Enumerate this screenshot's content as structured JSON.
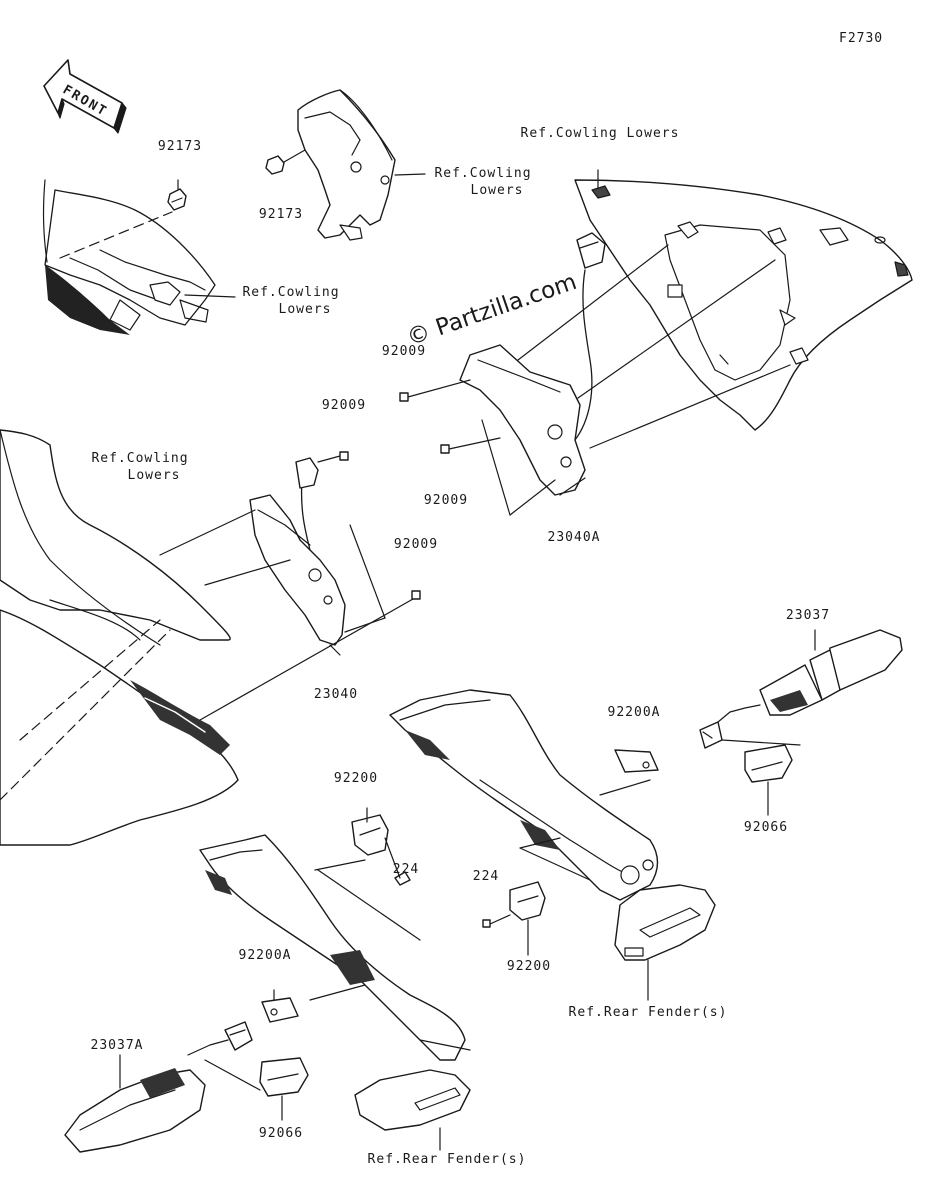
{
  "figure_code": "F2730",
  "watermark": "© Partzilla.com",
  "front_label": "FRONT",
  "parts": {
    "p92173_a": "92173",
    "p92173_b": "92173",
    "p92009_a": "92009",
    "p92009_b": "92009",
    "p92009_c": "92009",
    "p92009_d": "92009",
    "p23040": "23040",
    "p23040A": "23040A",
    "p23037": "23037",
    "p23037A": "23037A",
    "p92200A_a": "92200A",
    "p92200A_b": "92200A",
    "p92200_a": "92200",
    "p92200_b": "92200",
    "p224_a": "224",
    "p224_b": "224",
    "p92066_a": "92066",
    "p92066_b": "92066"
  },
  "refs": {
    "cowl_top_line1": "Ref.Cowling Lowers",
    "cowl_mid_line1": "Ref.Cowling",
    "cowl_mid_line2": "Lowers",
    "cowl_left_line1": "Ref.Cowling",
    "cowl_left_line2": "Lowers",
    "cowl_lower_line1": "Ref.Cowling",
    "cowl_lower_line2": "Lowers",
    "fender_right": "Ref.Rear Fender(s)",
    "fender_left": "Ref.Rear Fender(s)"
  }
}
